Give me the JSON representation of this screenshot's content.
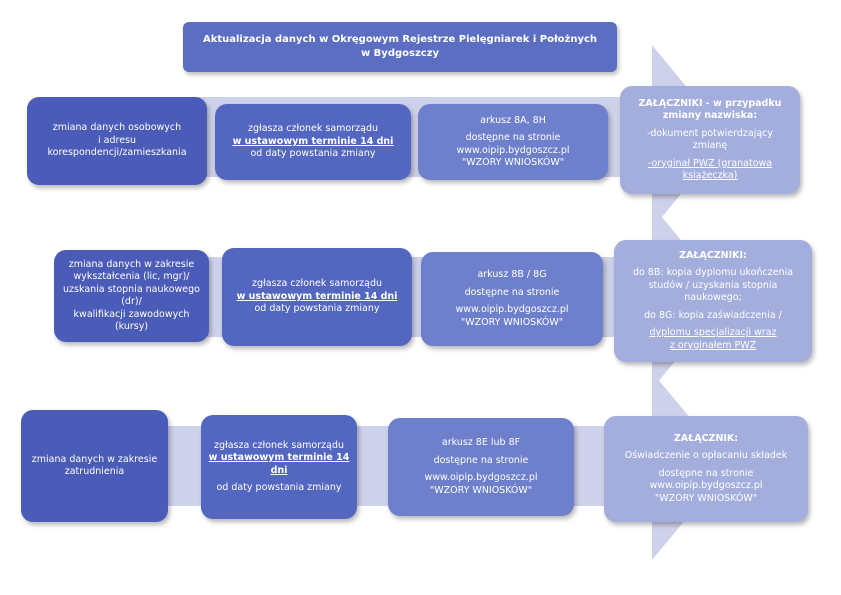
{
  "title": {
    "line1": "Aktualizacja danych w Okręgowym  Rejestrze Pielęgniarek i Położnych",
    "line2": "w Bydgoszczy"
  },
  "rows": [
    {
      "change": [
        "zmiana danych osobowych",
        "i adresu",
        "korespondencji/zamieszkania"
      ],
      "report": {
        "line1": "zgłasza członek samorządu",
        "line2": "w ustawowym terminie 14 dni",
        "line3": "od daty powstania zmiany"
      },
      "form": [
        "arkusz 8A, 8H",
        "dostępne na stronie",
        "www.oipip.bydgoszcz.pl",
        "\"WZORY WNIOSKÓW\""
      ],
      "attach": {
        "head": [
          "ZAŁĄCZNIKI - w przypadku",
          "zmiany nazwiska:"
        ],
        "items": [
          "-dokument potwierdzający",
          "zmianę",
          "-oryginał PWZ (granatowa",
          "książeczka)"
        ]
      }
    },
    {
      "change": [
        "zmiana danych w zakresie",
        "wykształcenia (lic, mgr)/",
        "uzskania stopnia naukowego",
        "(dr)/",
        "kwalifikacji zawodowych",
        "(kursy)"
      ],
      "report": {
        "line1": "zgłasza członek samorządu",
        "line2": "w ustawowym terminie 14 dni",
        "line3": "od daty powstania zmiany"
      },
      "form": [
        "arkusz 8B / 8G",
        "dostępne na stronie",
        "www.oipip.bydgoszcz.pl",
        "\"WZORY WNIOSKÓW\""
      ],
      "attach": {
        "head": [
          "ZAŁĄCZNIKI:"
        ],
        "items": [
          "do 8B: kopia dyplomu ukończenia",
          "studów / uzyskania stopnia",
          "naukowego;",
          "do 8G: kopia zaświadczenia /",
          "dyplomu specjalizacji wraz",
          "z oryginałem PWZ"
        ]
      }
    },
    {
      "change": [
        "zmiana danych w zakresie",
        "zatrudnienia"
      ],
      "report": {
        "line1": "zgłasza członek samorządu",
        "line2a": "w ustawowym terminie 14",
        "line2b": "dni",
        "line3": "od daty powstania zmiany"
      },
      "form": [
        "arkusz 8E lub 8F",
        "dostępne na stronie",
        "www.oipip.bydgoszcz.pl",
        "\"WZORY WNIOSKÓW\""
      ],
      "attach": {
        "head": [
          "ZAŁĄCZNIK:"
        ],
        "items": [
          "Oświadczenie o opłacaniu składek",
          "dostępne na stronie",
          "www.oipip.bydgoszcz.pl",
          "\"WZORY WNIOSKÓW\""
        ]
      }
    }
  ],
  "colors": {
    "arrow": "#cdd1ea",
    "box_dark": "#4a5bb8",
    "box_mid": "#5366c0",
    "box_light": "#6e80cc",
    "box_pale": "#a3aedd",
    "title": "#5b6ec2"
  }
}
